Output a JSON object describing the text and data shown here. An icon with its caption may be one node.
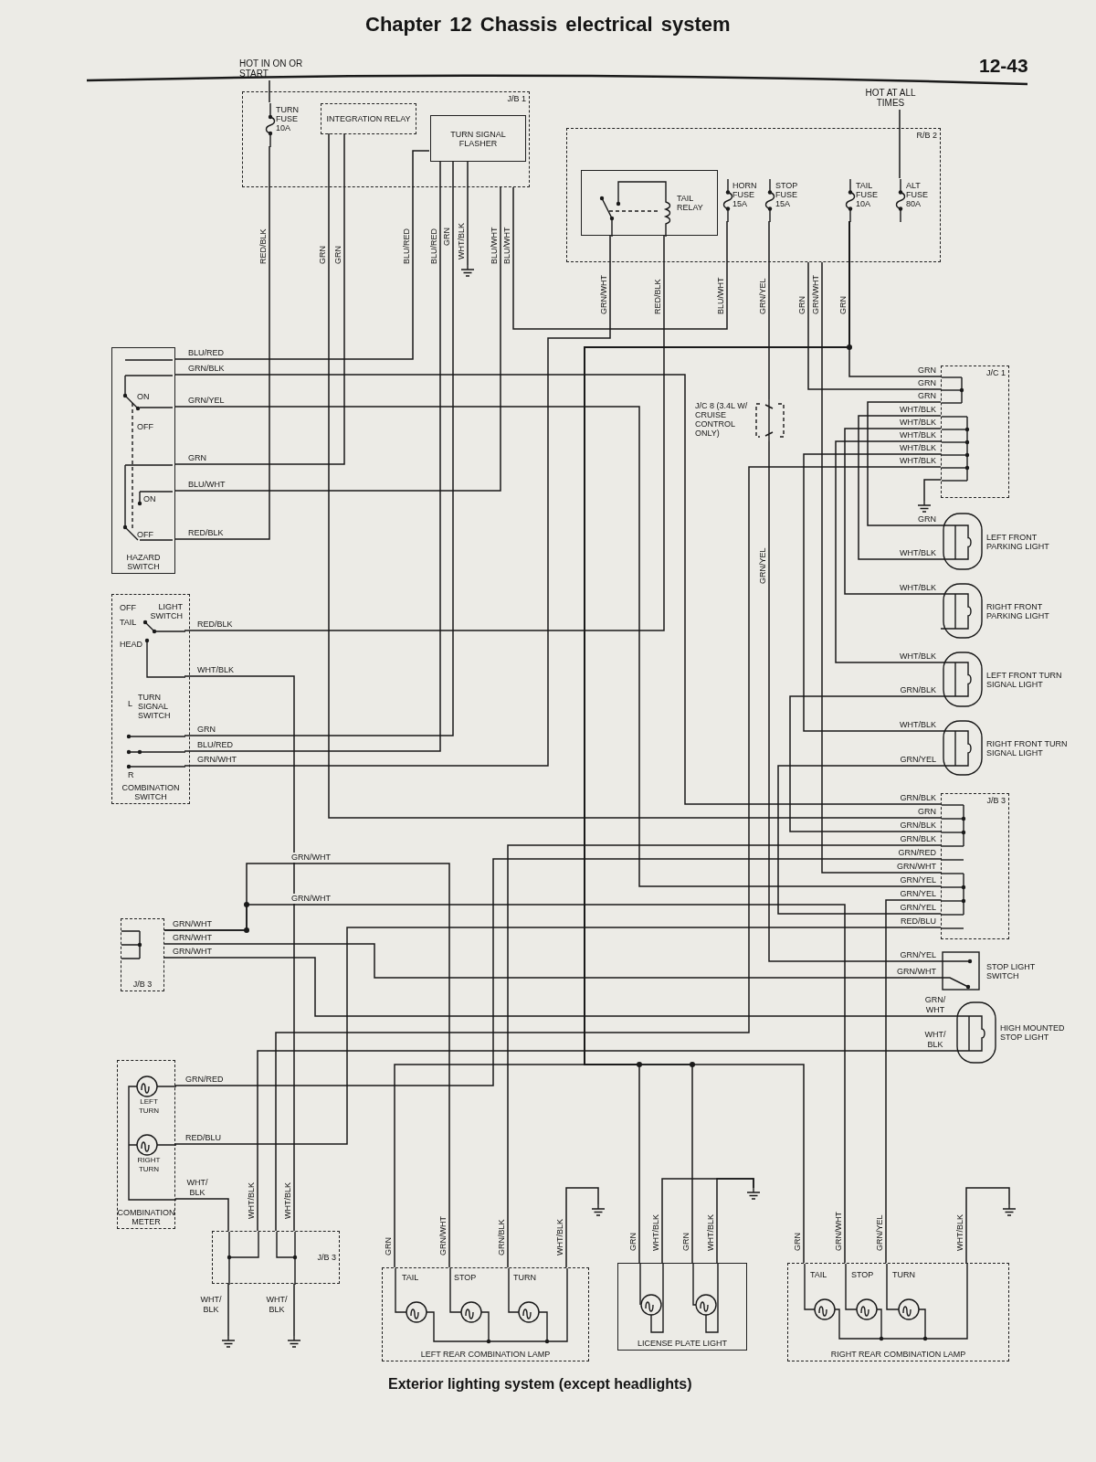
{
  "diagram": {
    "title": "Chapter 12 Chassis electrical system",
    "caption": "Exterior lighting system (except headlights)",
    "nodes": [
      {
        "text": [
          "J/B 1"
        ],
        "beside": [
          "HOT IN ON OR START"
        ]
      },
      {
        "text": [
          "TURN FUSE 10A"
        ],
        "in": 0
      },
      {
        "text": [
          "INTEGRATION RELAY"
        ],
        "in": 0
      },
      {
        "text": [
          "TURN SIGNAL FLASHER"
        ],
        "in": 0
      },
      {
        "text": [
          "R/B 2"
        ],
        "beside": [
          "HOT AT ALL TIMES"
        ]
      },
      {
        "text": [
          "TAIL RELAY"
        ],
        "in": 4
      },
      {
        "text": [
          "HORN FUSE 15A"
        ],
        "in": 4
      },
      {
        "text": [
          "STOP FUSE 15A"
        ],
        "in": 4
      },
      {
        "text": [
          "TAIL FUSE 10A"
        ],
        "in": 4
      },
      {
        "text": [
          "ALT FUSE 80A"
        ],
        "in": 4
      },
      {
        "text": [
          "HAZARD SWITCH"
        ]
      },
      {
        "text": [
          "COMBINATION SWITCH"
        ]
      },
      {
        "text": [
          "LIGHT SWITCH"
        ],
        "in": 11
      },
      {
        "text": [
          "TURN SIGNAL SWITCH"
        ],
        "in": 11
      },
      {
        "text": [
          "J/C 8 (3.4L W/ CRUISE CONTROL ONLY)"
        ]
      },
      {
        "text": [
          "J/C 1"
        ]
      },
      {
        "text": [
          "LEFT FRONT PARKING LIGHT"
        ]
      },
      {
        "text": [
          "RIGHT FRONT PARKING LIGHT"
        ]
      },
      {
        "text": [
          "LEFT FRONT TURN SIGNAL LIGHT"
        ]
      },
      {
        "text": [
          "RIGHT FRONT TURN SIGNAL LIGHT"
        ]
      },
      {
        "text": [
          "J/B 3"
        ]
      },
      {
        "text": [
          "STOP LIGHT SWITCH"
        ]
      },
      {
        "text": [
          "HIGH MOUNTED STOP LIGHT"
        ]
      },
      {
        "text": [
          "J/B 3"
        ]
      },
      {
        "text": [
          "COMBINATION METER"
        ]
      },
      {
        "text": [
          "J/B 3"
        ]
      },
      {
        "text": [
          "LEFT REAR COMBINATION LAMP"
        ]
      },
      {
        "text": [
          "LICENSE PLATE LIGHT"
        ]
      },
      {
        "text": [
          "RIGHT REAR COMBINATION LAMP"
        ]
      },
      {
        "text": [],
        "shape": "ground"
      },
      {
        "text": [],
        "shape": "ground"
      },
      {
        "text": [],
        "shape": "ground"
      },
      {
        "text": [],
        "shape": "ground"
      },
      {
        "text": [],
        "shape": "ground"
      },
      {
        "text": [],
        "shape": "ground"
      },
      {
        "text": [],
        "shape": "ground"
      }
    ],
    "edges": [
      {
        "from": 1,
        "to": 10,
        "arrow": "none",
        "label": "RED/BLK"
      },
      {
        "from": 2,
        "to": 20,
        "arrow": "none",
        "label": "GRN"
      },
      {
        "from": 2,
        "to": 10,
        "arrow": "none",
        "label": "GRN"
      },
      {
        "from": 3,
        "to": 10,
        "arrow": "none",
        "label": "BLU/RED"
      },
      {
        "from": 3,
        "to": 13,
        "arrow": "none",
        "label": "BLU/RED"
      },
      {
        "from": 3,
        "to": 13,
        "arrow": "none",
        "label": "GRN"
      },
      {
        "from": 3,
        "to": 29,
        "arrow": "none",
        "label": "WHT/BLK"
      },
      {
        "from": 0,
        "to": 10,
        "arrow": "none",
        "label": "BLU/WHT"
      },
      {
        "from": 0,
        "to": 6,
        "arrow": "none",
        "label": "BLU/WHT"
      },
      {
        "from": 5,
        "to": 13,
        "arrow": "none",
        "label": "GRN/WHT"
      },
      {
        "from": 5,
        "to": 12,
        "arrow": "none",
        "label": "RED/BLK"
      },
      {
        "from": 7,
        "to": 14,
        "arrow": "none",
        "label": "GRN/YEL"
      },
      {
        "from": 14,
        "to": 21,
        "arrow": "none",
        "label": "GRN/YEL"
      },
      {
        "from": 4,
        "to": 20,
        "arrow": "none",
        "label": "GRN/WHT"
      },
      {
        "from": 8,
        "to": 15,
        "arrow": "none",
        "label": "GRN"
      },
      {
        "from": 4,
        "to": 15,
        "arrow": "none",
        "label": "GRN"
      },
      {
        "from": 15,
        "to": 16,
        "arrow": "none",
        "label": "GRN"
      },
      {
        "from": 15,
        "to": 16,
        "arrow": "none",
        "label": "WHT/BLK"
      },
      {
        "from": 15,
        "to": 17,
        "arrow": "none",
        "label": "WHT/BLK"
      },
      {
        "from": 15,
        "to": 18,
        "arrow": "none",
        "label": "WHT/BLK"
      },
      {
        "from": 15,
        "to": 19,
        "arrow": "none",
        "label": "WHT/BLK"
      },
      {
        "from": 15,
        "to": 30,
        "arrow": "none"
      },
      {
        "from": 10,
        "to": 20,
        "arrow": "none",
        "label": "GRN/BLK"
      },
      {
        "from": 10,
        "to": 20,
        "arrow": "none",
        "label": "GRN/YEL"
      },
      {
        "from": 20,
        "to": 24,
        "arrow": "none",
        "label": "GRN/RED"
      },
      {
        "from": 20,
        "to": 24,
        "arrow": "none",
        "label": "RED/BLU"
      },
      {
        "from": 20,
        "to": 28,
        "arrow": "none",
        "label": "GRN/YEL"
      },
      {
        "from": 20,
        "to": 26,
        "arrow": "none",
        "label": "GRN/BLK"
      },
      {
        "from": 20,
        "to": 18,
        "arrow": "none",
        "label": "GRN/BLK"
      },
      {
        "from": 20,
        "to": 19,
        "arrow": "none",
        "label": "GRN/YEL"
      },
      {
        "from": 21,
        "to": 23,
        "arrow": "none",
        "label": "GRN/WHT"
      },
      {
        "from": 22,
        "to": 23,
        "arrow": "none",
        "label": "GRN/ WHT"
      },
      {
        "from": 22,
        "to": 25,
        "arrow": "none",
        "label": "WHT/ BLK"
      },
      {
        "from": 23,
        "to": 26,
        "arrow": "none",
        "label": "GRN/WHT"
      },
      {
        "from": 23,
        "to": 28,
        "arrow": "none",
        "label": "GRN/WHT"
      },
      {
        "from": 24,
        "to": 25,
        "arrow": "none",
        "label": "WHT/ BLK"
      },
      {
        "from": 12,
        "to": 25,
        "arrow": "none",
        "label": "WHT/BLK"
      },
      {
        "from": 25,
        "to": 31,
        "arrow": "none",
        "label": "WHT/ BLK"
      },
      {
        "from": 25,
        "to": 32,
        "arrow": "none",
        "label": "WHT/ BLK"
      },
      {
        "from": 26,
        "to": 33,
        "arrow": "none",
        "label": "WHT/BLK"
      },
      {
        "from": 8,
        "to": 26,
        "arrow": "none",
        "label": "GRN"
      },
      {
        "from": 8,
        "to": 27,
        "arrow": "none",
        "label": "GRN"
      },
      {
        "from": 8,
        "to": 27,
        "arrow": "none",
        "label": "GRN"
      },
      {
        "from": 8,
        "to": 28,
        "arrow": "none",
        "label": "GRN"
      },
      {
        "from": 27,
        "to": 34,
        "arrow": "none",
        "label": "WHT/BLK"
      },
      {
        "from": 27,
        "to": 34,
        "arrow": "none",
        "label": "WHT/BLK"
      },
      {
        "from": 28,
        "to": 35,
        "arrow": "none",
        "label": "WHT/BLK"
      },
      {
        "from": 15,
        "to": 25,
        "arrow": "none",
        "label": "WHT/BLK"
      },
      {
        "from": null,
        "to": 1,
        "arrow": "none"
      },
      {
        "from": null,
        "to": 9,
        "arrow": "none"
      }
    ],
    "labels": [
      "12-43",
      "ON",
      "OFF",
      "ON",
      "OFF",
      "OFF",
      "TAIL",
      "HEAD",
      "L",
      "R",
      "LEFT TURN",
      "RIGHT TURN",
      "TAIL",
      "STOP",
      "TURN",
      "TAIL",
      "STOP",
      "TURN",
      "RED/BLK",
      "GRN",
      "GRN",
      "BLU/RED",
      "BLU/RED",
      "GRN",
      "BLU/WHT",
      "BLU/WHT",
      "GRN/WHT",
      "RED/BLK",
      "GRN/YEL",
      "GRN/WHT",
      "GRN",
      "GRN",
      "GRN",
      "WHT/BLK",
      "WHT/BLK",
      "WHT/BLK",
      "WHT/BLK",
      "GRN/BLK",
      "GRN/YEL",
      "GRN/RED",
      "RED/BLU",
      "GRN/YEL",
      "GRN/BLK",
      "GRN/BLK",
      "GRN/YEL",
      "GRN/WHT",
      "GRN/WHT",
      "WHT/BLK",
      "GRN/WHT",
      "GRN/WHT",
      "GRN/WHT",
      "WHT/BLK"
    ]
  }
}
